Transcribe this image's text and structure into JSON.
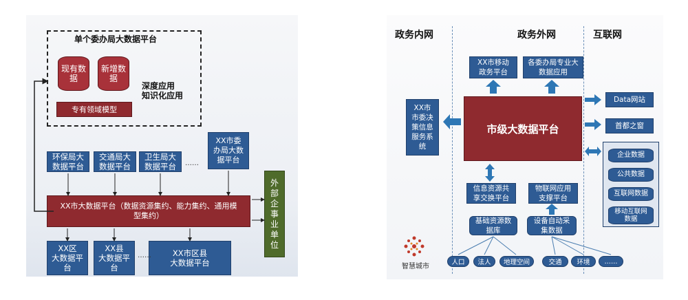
{
  "left": {
    "platform_title": "单个委办局大数据平台",
    "existing_data": "现有数据",
    "new_data": "新增数据",
    "domain_model": "专有领域模型",
    "deep_app": "深度应用\n知识化应用",
    "city_committee": "XX市委\n办局大数\n据平台",
    "bureaus": [
      "环保局大\n数据平台",
      "交通局大\n数据平台",
      "卫生局大\n数据平台"
    ],
    "city_platform": "XX市大数据平台（数据资源集约、能力集约、通用模\n型集约）",
    "external": "外\n部\n企\n事\n业\n单\n位",
    "district": "XX区\n大数据平\n台",
    "county": "XX县\n大数据平\n台",
    "city_district_county": "XX市区县\n大数据平台"
  },
  "right": {
    "zone_gov_intranet": "政务内网",
    "zone_gov_extranet": "政务外网",
    "zone_internet": "互联网",
    "mobile_gov": "XX市移动\n政务平台",
    "bureau_app": "各委办局专业大\n数据应用",
    "decision": "XX市\n市委决\n策信息\n服务系\n统",
    "city_platform": "市级大数据平台",
    "data_site": "Data网站",
    "capital_window": "首都之窗",
    "internet_data": [
      "企业数据",
      "公共数据",
      "互联网数据",
      "移动互联网\n数据"
    ],
    "info_exchange": "信息资源共\n享交换平台",
    "iot": "物联网应用\n支撑平台",
    "basic_db": "基础资源数\n据库",
    "device_collect": "设备自动采\n集数据",
    "bottom_items": [
      "人口",
      "法人",
      "地理空间",
      "交通",
      "环境",
      "……"
    ],
    "logo_text": "智慧城市"
  },
  "colors": {
    "blue": "#2e5b94",
    "red": "#8f2a2f",
    "green": "#4f6b2b"
  }
}
